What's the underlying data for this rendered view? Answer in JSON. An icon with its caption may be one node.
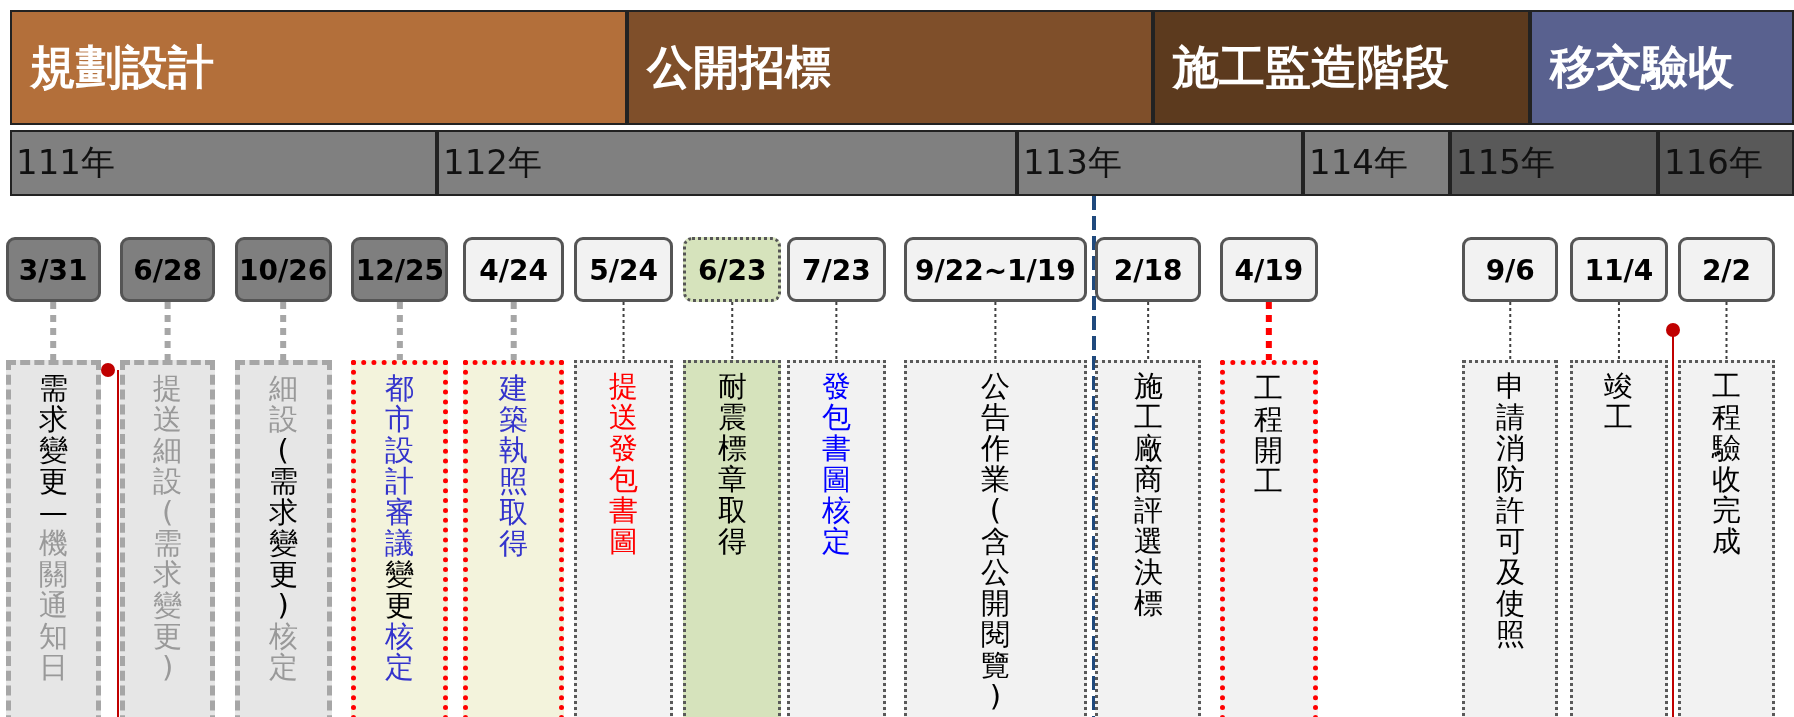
{
  "diagram": {
    "nodes": [
      {
        "text": [
          "規劃設計"
        ]
      },
      {
        "text": [
          "公開招標"
        ]
      },
      {
        "text": [
          "施工監造階段"
        ]
      },
      {
        "text": [
          "移交驗收"
        ]
      },
      {
        "text": [
          "111年"
        ]
      },
      {
        "text": [
          "112年"
        ]
      },
      {
        "text": [
          "113年"
        ]
      },
      {
        "text": [
          "114年"
        ]
      },
      {
        "text": [
          "115年"
        ]
      },
      {
        "text": [
          "116年"
        ]
      },
      {
        "text": [
          "3/31"
        ]
      },
      {
        "text": [
          "6/28"
        ]
      },
      {
        "text": [
          "10/26"
        ]
      },
      {
        "text": [
          "12/25"
        ]
      },
      {
        "text": [
          "4/24"
        ]
      },
      {
        "text": [
          "5/24"
        ]
      },
      {
        "text": [
          "6/23"
        ]
      },
      {
        "text": [
          "7/23"
        ]
      },
      {
        "text": [
          "9/22~1/19"
        ]
      },
      {
        "text": [
          "2/18"
        ]
      },
      {
        "text": [
          "4/19"
        ]
      },
      {
        "text": [
          "9/6"
        ]
      },
      {
        "text": [
          "11/4"
        ]
      },
      {
        "text": [
          "2/2"
        ]
      },
      {
        "text": [
          "需求變更—",
          "機關通知日"
        ]
      },
      {
        "text": [
          "提送細設(需求變更)"
        ]
      },
      {
        "text": [
          "細設",
          "(需求變更)",
          "核定"
        ]
      },
      {
        "text": [
          "都市設計審議",
          "變更",
          "核定"
        ]
      },
      {
        "text": [
          "建築執照取得"
        ]
      },
      {
        "text": [
          "提送發包書圖"
        ]
      },
      {
        "text": [
          "耐震標章取得"
        ]
      },
      {
        "text": [
          "發包書圖核定"
        ]
      },
      {
        "text": [
          "公告作業(含公開閱覽)"
        ]
      },
      {
        "text": [
          "施工廠商評選決標"
        ]
      },
      {
        "text": [
          "工程開工"
        ]
      },
      {
        "text": [
          "申請消防許可及使照"
        ]
      },
      {
        "text": [
          "竣工"
        ]
      },
      {
        "text": [
          "工程驗收完成"
        ]
      }
    ],
    "edges": [
      {
        "from": 10,
        "to": 24,
        "arrow": "none",
        "style": "dashed",
        "color": "#a6a6a6"
      },
      {
        "from": 11,
        "to": 25,
        "arrow": "none",
        "style": "dashed",
        "color": "#a6a6a6"
      },
      {
        "from": 12,
        "to": 26,
        "arrow": "none",
        "style": "dashed",
        "color": "#a6a6a6"
      },
      {
        "from": 13,
        "to": 27,
        "arrow": "none",
        "style": "dashed",
        "color": "#a6a6a6"
      },
      {
        "from": 14,
        "to": 28,
        "arrow": "none",
        "style": "dashed",
        "color": "#a6a6a6"
      },
      {
        "from": 15,
        "to": 29,
        "arrow": "none"
      },
      {
        "from": 16,
        "to": 30,
        "arrow": "none"
      },
      {
        "from": 17,
        "to": 31,
        "arrow": "none"
      },
      {
        "from": 18,
        "to": 32,
        "arrow": "none"
      },
      {
        "from": 19,
        "to": 33,
        "arrow": "none"
      },
      {
        "from": 20,
        "to": 34,
        "arrow": "none",
        "style": "dashed",
        "color": "#ff0000"
      },
      {
        "from": 21,
        "to": 35,
        "arrow": "none"
      },
      {
        "from": 22,
        "to": 36,
        "arrow": "none"
      },
      {
        "from": 23,
        "to": 37,
        "arrow": "none"
      }
    ]
  }
}
